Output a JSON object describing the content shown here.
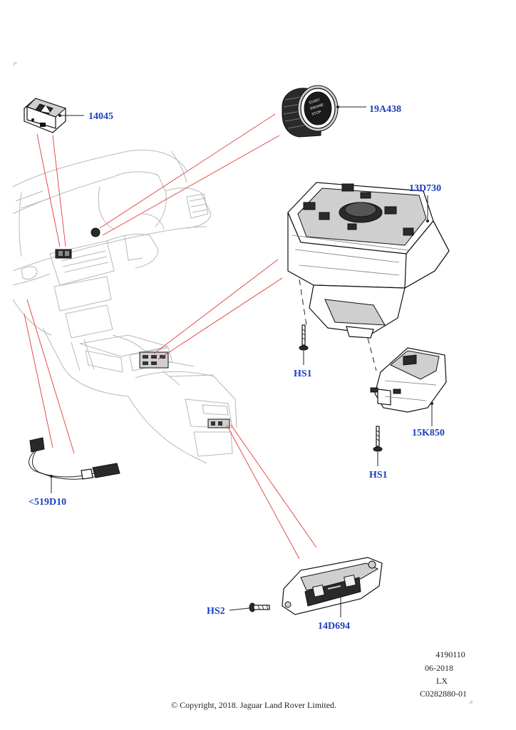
{
  "callouts": {
    "p14045": "14045",
    "p19A438": "19A438",
    "p13D730": "13D730",
    "pHS1a": "HS1",
    "p15K850": "15K850",
    "pHS1b": "HS1",
    "p519D10": "<519D10",
    "pHS2": "HS2",
    "p14D694": "14D694"
  },
  "start_button_text": [
    "START",
    "ENGINE",
    "STOP"
  ],
  "meta": {
    "code": "4190110",
    "date": "06-2018",
    "model": "LX",
    "ref": "C0282880-01"
  },
  "copyright": "© Copyright, 2018. Jaguar Land Rover Limited."
}
